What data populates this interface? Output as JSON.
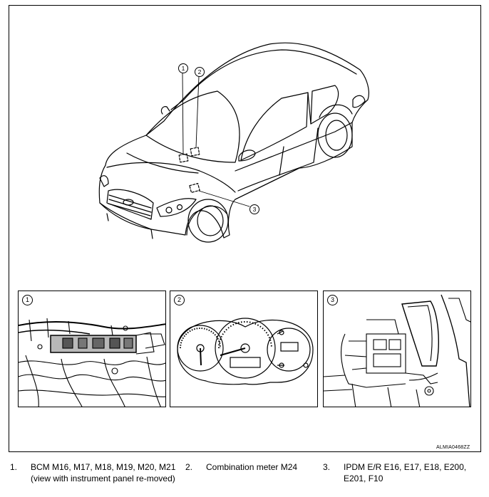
{
  "callouts": {
    "one": "1",
    "two": "2",
    "three": "3"
  },
  "panels": [
    {
      "number": "1",
      "icon": "bcm-wiring-illustration"
    },
    {
      "number": "2",
      "icon": "combination-meter-illustration"
    },
    {
      "number": "3",
      "icon": "ipdm-engine-room-illustration"
    }
  ],
  "figure_code": "ALMIA0468ZZ",
  "legend": [
    {
      "number": "1.",
      "text": "BCM M16, M17, M18, M19, M20, M21 (view with instrument panel re-moved)"
    },
    {
      "number": "2.",
      "text": "Combination meter M24"
    },
    {
      "number": "3.",
      "text": "IPDM E/R E16, E17, E18, E200, E201, F10"
    }
  ]
}
